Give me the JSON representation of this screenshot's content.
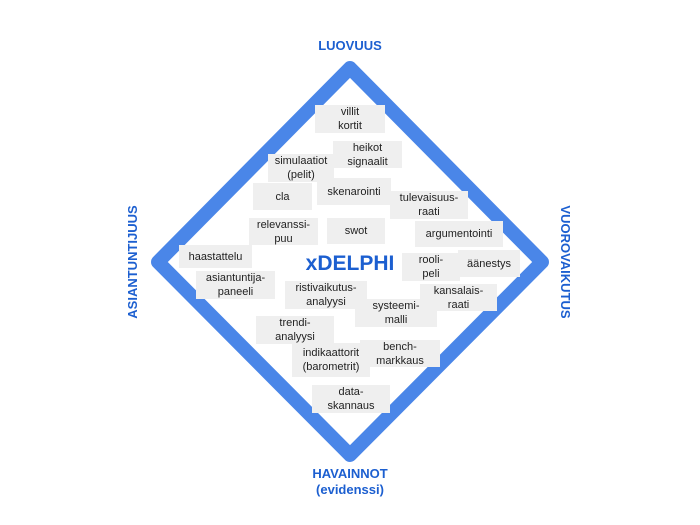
{
  "axes": {
    "top": "LUOVUUS",
    "bottom": "HAVAINNOT\n(evidenssi)",
    "left": "ASIANTUNTIJUUS",
    "right": "VUOROVAIKUTUS"
  },
  "center_label": "xDELPHI",
  "colors": {
    "diamond": "#4a86e8",
    "labels": "#1c5fd0",
    "box": "#efefef"
  },
  "methods": [
    "villit\nkortit",
    "heikot\nsignaalit",
    "simulaatiot\n(pelit)",
    "cla",
    "skenarointi",
    "tulevaisuus-\nraati",
    "relevanssi-\npuu",
    "swot",
    "argumentointi",
    "haastattelu",
    "rooli-\npeli",
    "äänestys",
    "asiantuntija-\npaneeli",
    "ristivaikutus-\nanalyysi",
    "kansalais-\nraati",
    "systeemi-\nmalli",
    "trendi-\nanalyysi",
    "indikaattorit\n(barometrit)",
    "bench-\nmarkkaus",
    "data-\nskannaus"
  ]
}
